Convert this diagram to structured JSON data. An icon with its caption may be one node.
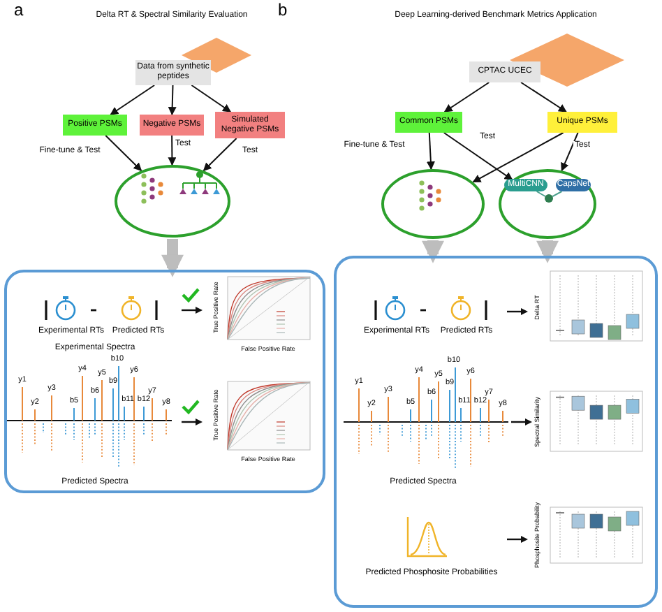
{
  "diagram": {
    "nodes": [
      {
        "text": [],
        "shape": "diamond"
      },
      {
        "text": [
          "Data from synthetic peptides"
        ]
      },
      {
        "text": [
          "Positive PSMs"
        ]
      },
      {
        "text": [
          "Negative PSMs"
        ]
      },
      {
        "text": [
          "Simulated Negative PSMs"
        ]
      },
      {
        "text": [],
        "shape": "ellipse"
      },
      {
        "text": [
          "Experimental RTs",
          "Predicted RTs",
          "Experimental Spectra",
          "Predicted Spectra"
        ]
      },
      {
        "text": [],
        "shape": "diamond"
      },
      {
        "text": [
          "CPTAC UCEC"
        ]
      },
      {
        "text": [
          "Common PSMs"
        ]
      },
      {
        "text": [
          "Unique PSMs"
        ]
      },
      {
        "text": [],
        "shape": "ellipse"
      },
      {
        "text": [],
        "shape": "ellipse"
      },
      {
        "text": [
          "MultiCNN"
        ],
        "in": 12
      },
      {
        "text": [
          "CapsNet"
        ],
        "in": 12
      },
      {
        "text": [
          "Experimental RTs",
          "Predicted RTs",
          "Predicted Spectra",
          "Predicted Phosphosite Probabilities"
        ]
      },
      {
        "text": [],
        "shape": "circle",
        "in": 12
      }
    ],
    "edges": [
      {
        "from": 1,
        "to": 2,
        "arrow": "to"
      },
      {
        "from": 1,
        "to": 3,
        "arrow": "to"
      },
      {
        "from": 1,
        "to": 4,
        "arrow": "to"
      },
      {
        "from": 2,
        "to": 5,
        "arrow": "to",
        "label": "Fine-tune & Test"
      },
      {
        "from": 3,
        "to": 5,
        "arrow": "to",
        "label": "Test"
      },
      {
        "from": 4,
        "to": 5,
        "arrow": "to",
        "label": "Test"
      },
      {
        "from": 5,
        "to": 6,
        "arrow": "to",
        "style": "thick",
        "color": "#bdbdbd"
      },
      {
        "from": 8,
        "to": 9,
        "arrow": "to"
      },
      {
        "from": 8,
        "to": 10,
        "arrow": "to"
      },
      {
        "from": 9,
        "to": 11,
        "arrow": "to",
        "label": "Fine-tune & Test"
      },
      {
        "from": 9,
        "to": 12,
        "arrow": "to",
        "label": "Test"
      },
      {
        "from": 10,
        "to": 11,
        "arrow": "to"
      },
      {
        "from": 10,
        "to": 12,
        "arrow": "to",
        "label": "Test"
      },
      {
        "from": 11,
        "to": 15,
        "arrow": "to",
        "style": "thick",
        "color": "#bdbdbd"
      },
      {
        "from": 12,
        "to": 15,
        "arrow": "to",
        "style": "thick",
        "color": "#bdbdbd"
      },
      {
        "from": 13,
        "to": 16,
        "arrow": "none",
        "color": "#4a9f8c"
      },
      {
        "from": 14,
        "to": 16,
        "arrow": "none",
        "color": "#4a9f8c"
      }
    ],
    "labels": [
      "a",
      "Delta RT & Spectral Similarity Evaluation",
      "b",
      "Deep Learning-derived Benchmark Metrics Application",
      "y1",
      "y2",
      "y3",
      "b5",
      "y4",
      "b6",
      "y5",
      "b9",
      "b10",
      "b11",
      "y6",
      "b12",
      "y7",
      "y8",
      "True Positive Rate",
      "False Positive Rate",
      "True Positive Rate",
      "False Positive Rate",
      "y1",
      "y2",
      "y3",
      "b5",
      "y4",
      "b6",
      "y5",
      "b9",
      "b10",
      "b11",
      "y6",
      "b12",
      "y7",
      "y8",
      "Delta RT",
      "Spectral Similarity",
      "Phosphosite Probability"
    ]
  }
}
